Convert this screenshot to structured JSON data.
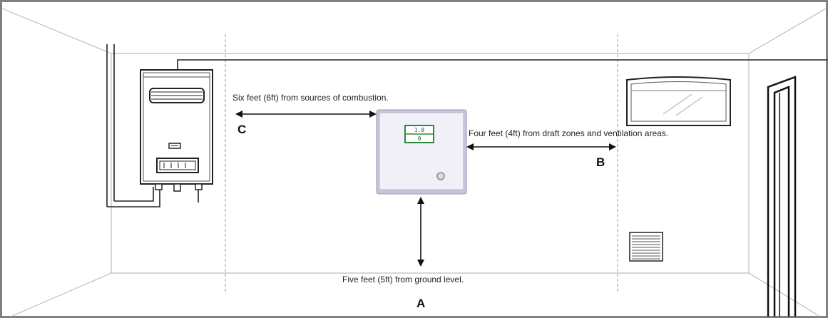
{
  "diagram": {
    "annotations": {
      "combustion": "Six  feet (6ft) from sources of combustion.",
      "draft": "Four feet (4ft) from draft zones and ventilation areas.",
      "ground": "Five feet (5ft) from ground level."
    },
    "markers": {
      "a": "A",
      "b": "B",
      "c": "C"
    },
    "device_display": {
      "top_value": "1.8",
      "bottom_value": "0"
    },
    "colors": {
      "frame": "#808080",
      "wall_lines": "#bdbdbd",
      "guide_lines": "#9a9a9a",
      "arrows": "#111111",
      "device_body": "#f1eff8",
      "device_border": "#9c98b8",
      "display_green": "#2a8a3e"
    },
    "icons": [
      "water-heater-icon",
      "window-icon",
      "door-icon",
      "vent-grille-icon",
      "gas-detector-icon"
    ]
  }
}
